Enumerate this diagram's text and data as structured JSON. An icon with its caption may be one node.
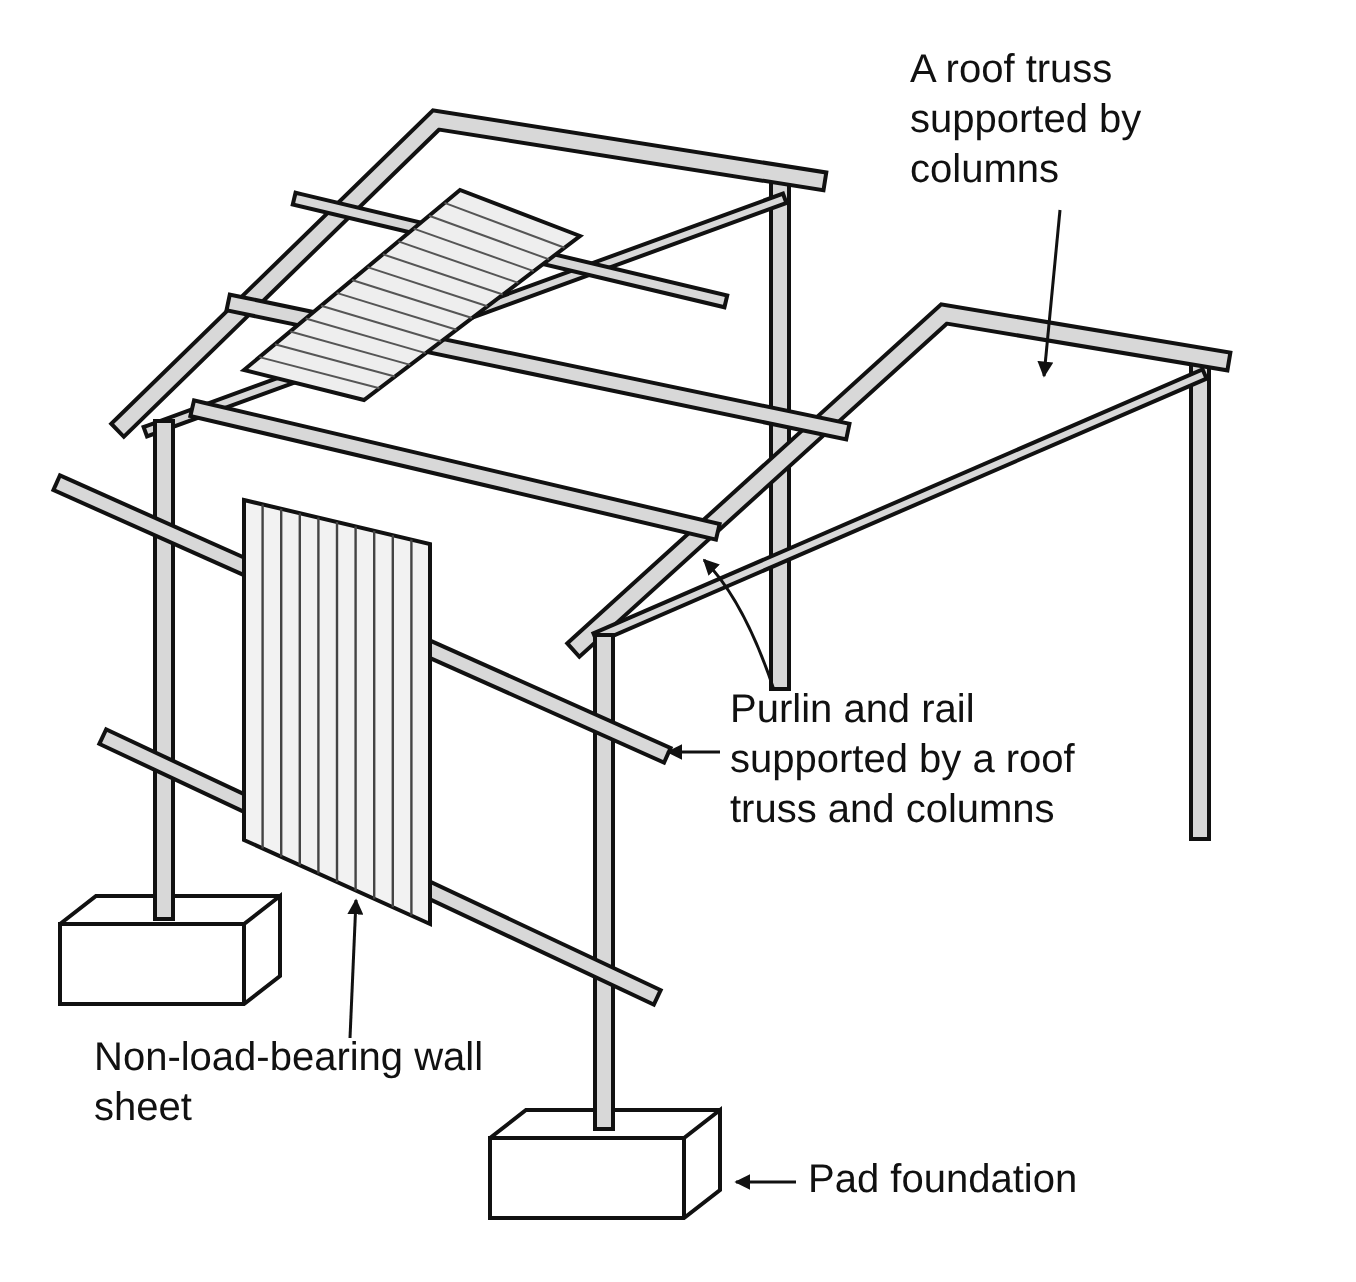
{
  "diagram": {
    "nodes": [
      {
        "text": [
          "A roof truss supported by columns"
        ]
      },
      {
        "text": [
          "Purlin and rail supported by a roof truss and columns"
        ]
      },
      {
        "text": [
          "Non-load-bearing wall sheet"
        ]
      },
      {
        "text": [
          "Pad foundation"
        ]
      }
    ],
    "edges": [
      {
        "from": 0,
        "to": null,
        "arrow": "to"
      },
      {
        "from": 1,
        "to": null,
        "arrow": "to"
      },
      {
        "from": 1,
        "to": null,
        "arrow": "to"
      },
      {
        "from": 2,
        "to": null,
        "arrow": "to"
      },
      {
        "from": 3,
        "to": null,
        "arrow": "to"
      }
    ]
  }
}
